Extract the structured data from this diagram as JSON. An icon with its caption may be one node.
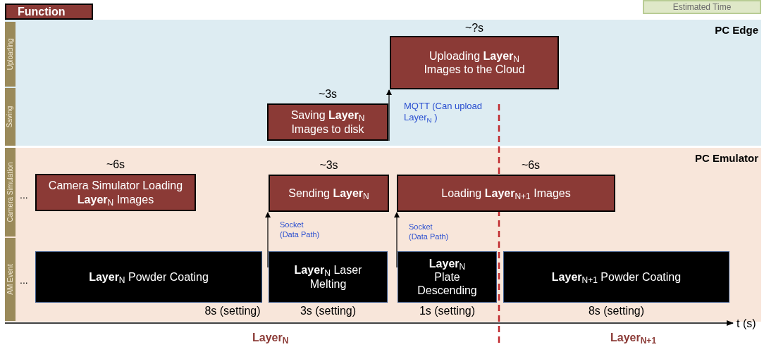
{
  "diagram": {
    "nodes": [
      {
        "text": [
          "Function"
        ]
      },
      {
        "text": [
          "Estimated Time"
        ]
      },
      {
        "text": [
          "PC Edge"
        ]
      },
      {
        "text": [
          "Uploading"
        ],
        "in": 2
      },
      {
        "text": [
          "Saving"
        ],
        "in": 2
      },
      {
        "text": [
          "Uploading **Layer**$_{N}$ Images to the Cloud"
        ],
        "beside": [
          "~?s"
        ],
        "in": 2
      },
      {
        "text": [
          "Saving **Layer**$_{N}$ Images to disk"
        ],
        "beside": [
          "~3s"
        ],
        "in": 2
      },
      {
        "text": [
          "PC Emulator"
        ]
      },
      {
        "text": [
          "Camera Simulation"
        ],
        "in": 7
      },
      {
        "text": [
          "AM Event"
        ],
        "in": 7
      },
      {
        "text": [
          "Camera Simulator Loading **Layer**$_{N}$ Images"
        ],
        "beside": [
          "~6s"
        ],
        "in": 7
      },
      {
        "text": [
          "Sending **Layer**$_{N}$"
        ],
        "beside": [
          "~3s"
        ],
        "in": 7
      },
      {
        "text": [
          "Loading **Layer**$_{N+1}$ Images"
        ],
        "beside": [
          "~6s"
        ],
        "in": 7
      },
      {
        "text": [
          "**Layer**$_{N}$ Powder Coating"
        ],
        "beside": [
          "8s (setting)"
        ],
        "in": 7
      },
      {
        "text": [
          "**Layer**$_{N}$ Laser Melting"
        ],
        "beside": [
          "3s (setting)"
        ],
        "in": 7
      },
      {
        "text": [
          "**Layer**$_{N}$ Plate Descending"
        ],
        "beside": [
          "1s (setting)"
        ],
        "in": 7
      },
      {
        "text": [
          "**Layer**$_{N+1}$ Powder Coating"
        ],
        "beside": [
          "8s (setting)"
        ],
        "in": 7
      }
    ],
    "edges": [
      {
        "from": 6,
        "to": 5,
        "arrow": "to",
        "label": "MQTT (Can upload Layer$_{N}$ )"
      },
      {
        "from": 14,
        "to": 11,
        "arrow": "to",
        "label": "Socket (Data Path)"
      },
      {
        "from": 15,
        "to": 12,
        "arrow": "to",
        "label": "Socket (Data Path)"
      }
    ],
    "labels": [
      "...",
      "...",
      "t (s)",
      "Layer$_{N}$",
      "Layer$_{N+1}$"
    ]
  }
}
